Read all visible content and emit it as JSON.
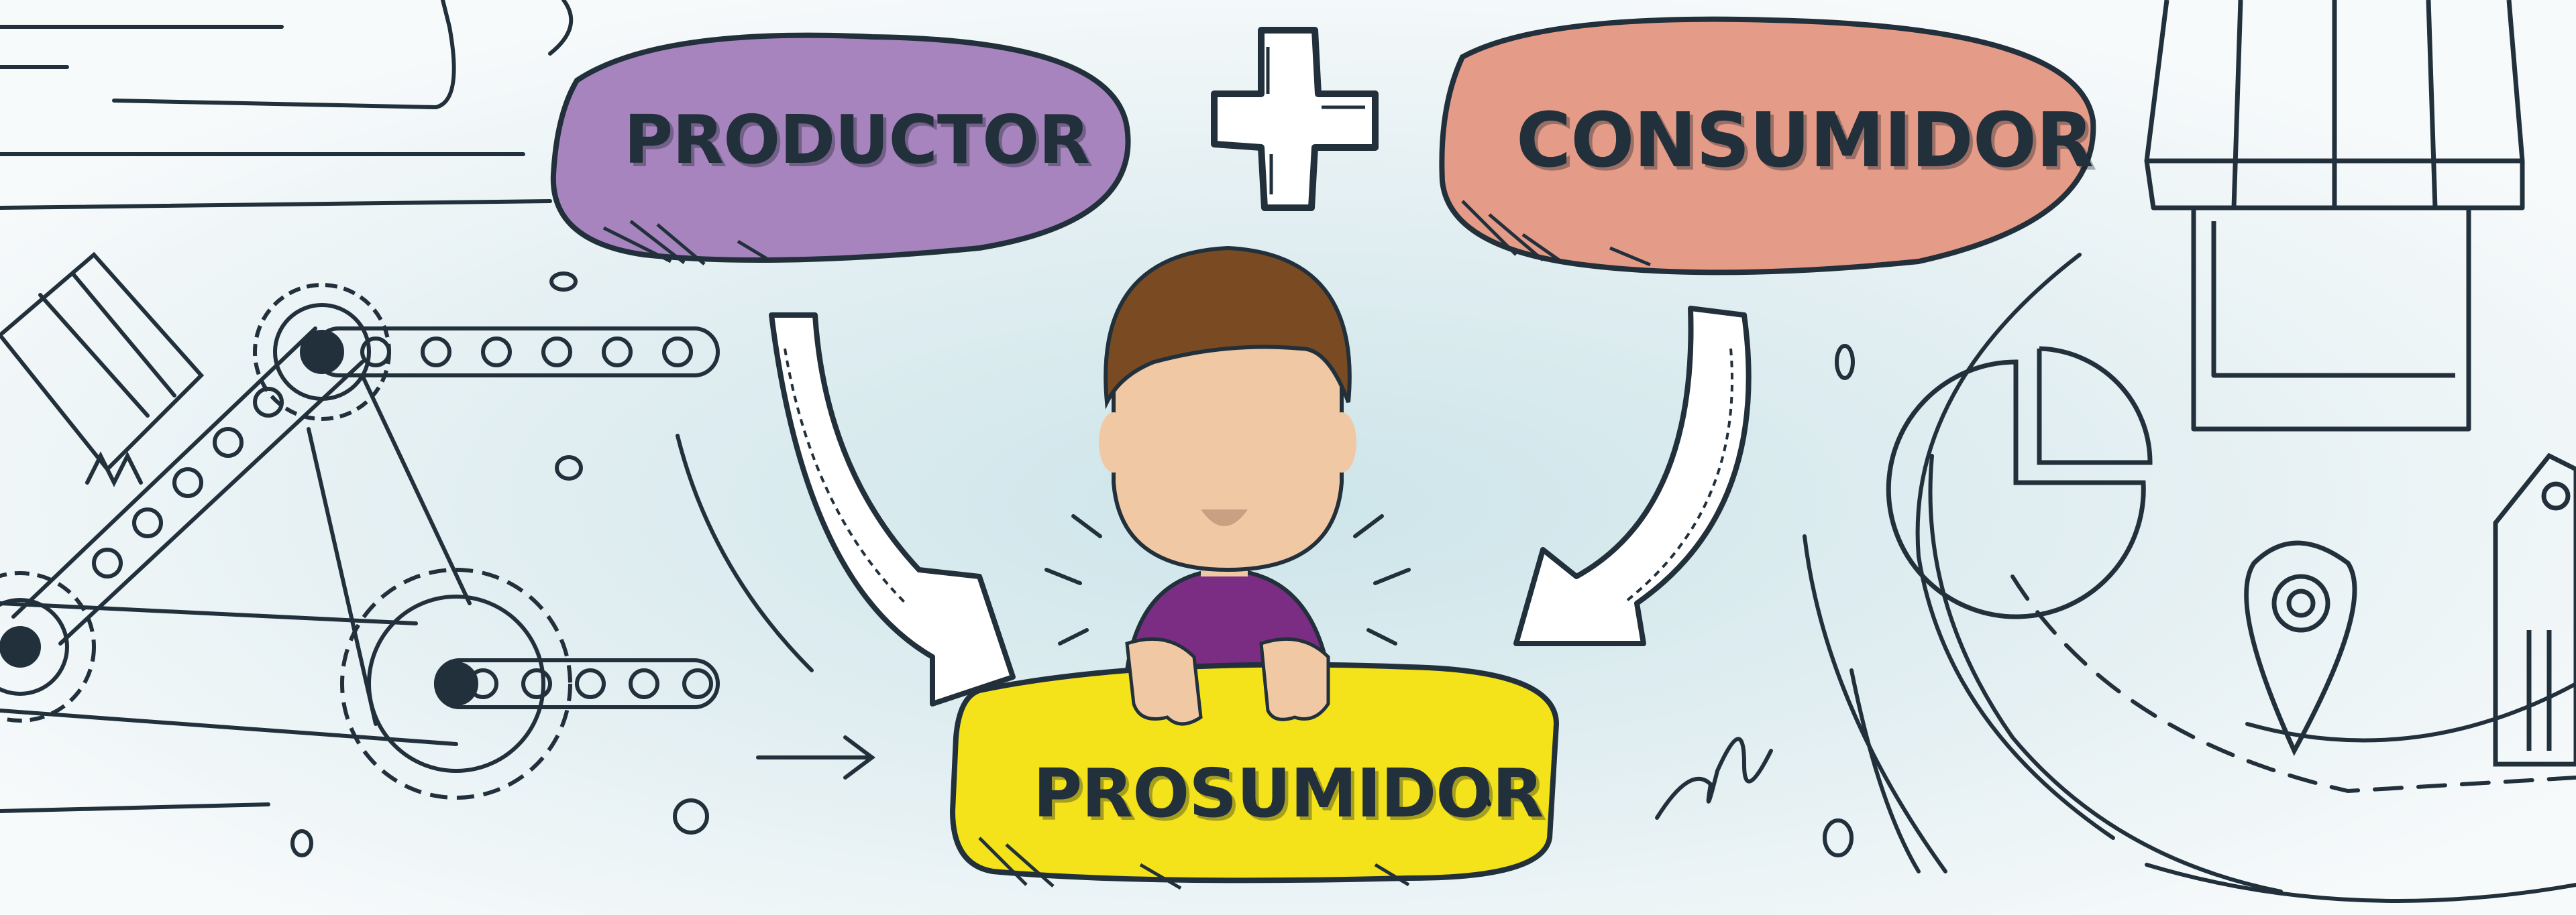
{
  "labels": {
    "productor": "PRODUCTOR",
    "consumidor": "CONSUMIDOR",
    "prosumidor": "PROSUMIDOR"
  },
  "colors": {
    "productor_fill": "#a784bd",
    "consumidor_fill": "#e49b87",
    "prosumidor_fill": "#f4e31b",
    "outline": "#21303b",
    "background_center": "#cfe6ea",
    "shirt": "#7b2c83",
    "hair": "#7a4b23",
    "skin": "#f0c9a4"
  },
  "icons": [
    "plus-icon",
    "arrow-icon",
    "factory-conveyor-icon",
    "store-icon",
    "pie-chart-icon",
    "location-pin-icon",
    "price-tag-icon",
    "person-icon"
  ]
}
